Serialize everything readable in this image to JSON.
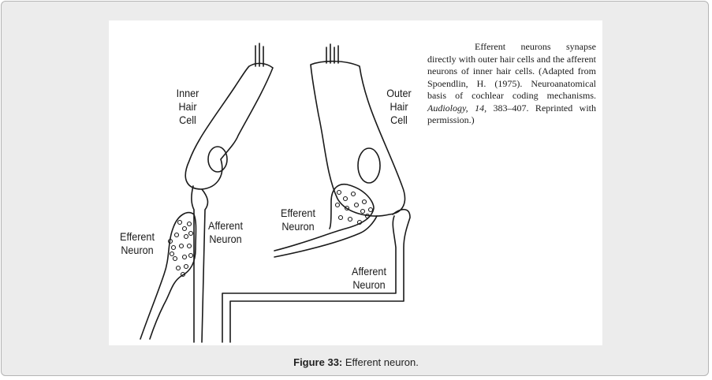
{
  "labels": {
    "inner_hair_cell": [
      "Inner",
      "Hair",
      "Cell"
    ],
    "outer_hair_cell": [
      "Outer",
      "Hair",
      "Cell"
    ],
    "efferent_left": [
      "Efferent",
      "Neuron"
    ],
    "afferent_left": [
      "Afferent",
      "Neuron"
    ],
    "efferent_right": [
      "Efferent",
      "Neuron"
    ],
    "afferent_right": [
      "Afferent",
      "Neuron"
    ]
  },
  "figure_text": {
    "line1": "Efferent neurons synapse directly with outer hair cells and the afferent neurons of inner hair cells. (Adapted from Spoendlin, H. (1975). Neuroanatomical basis of cochlear coding mechanisms.",
    "journal": "Audiology, 14,",
    "line2": "383–407. Reprinted with permission.)"
  },
  "caption": {
    "label": "Figure 33:",
    "text": "Efferent neuron."
  }
}
